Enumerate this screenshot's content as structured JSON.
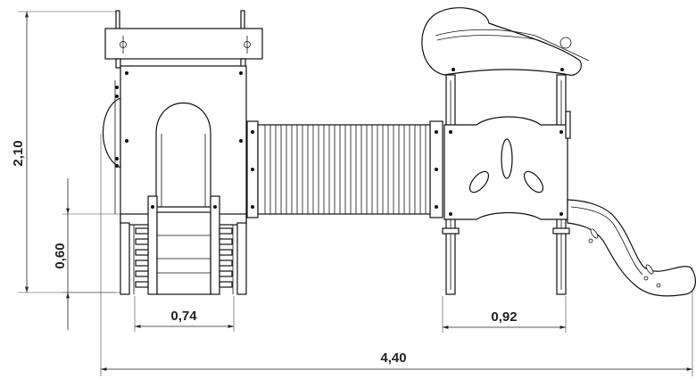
{
  "dimensions": {
    "total_height": "2,10",
    "platform_height": "0,60",
    "ladder_width": "0,74",
    "tower_width": "0,92",
    "total_length": "4,40"
  }
}
